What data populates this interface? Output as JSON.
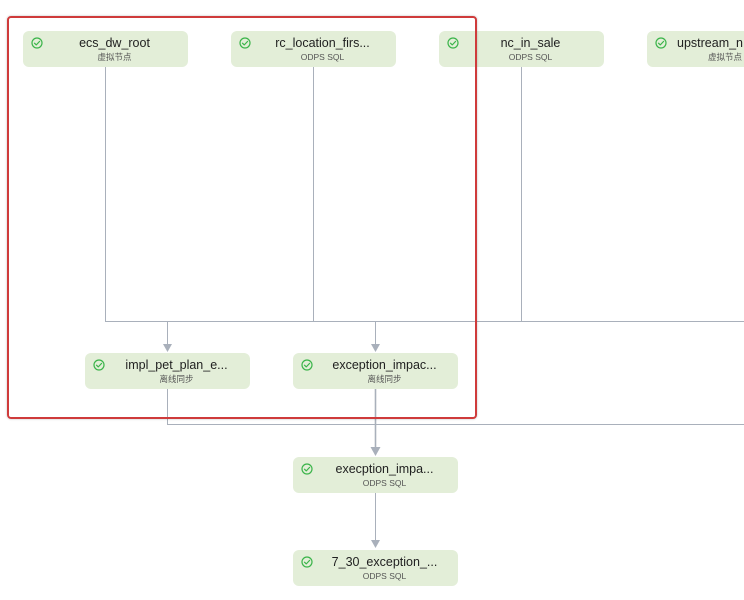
{
  "diagram": {
    "colors": {
      "node_fill": "#e3eed8",
      "edge": "#a9b0bb",
      "success": "#3bb44a",
      "selection": "#cf3b3b"
    },
    "nodes": [
      {
        "id": "n1",
        "name": "ecs_dw_root",
        "type": "虚拟节点",
        "status": "success"
      },
      {
        "id": "n2",
        "name": "rc_location_firs...",
        "type": "ODPS SQL",
        "status": "success"
      },
      {
        "id": "n3",
        "name": "nc_in_sale",
        "type": "ODPS SQL",
        "status": "success"
      },
      {
        "id": "n4",
        "name": "upstream_n",
        "type": "虚拟节点",
        "status": "success"
      },
      {
        "id": "n5",
        "name": "impl_pet_plan_e...",
        "type": "离线同步",
        "status": "success"
      },
      {
        "id": "n6",
        "name": "exception_impac...",
        "type": "离线同步",
        "status": "success"
      },
      {
        "id": "n7",
        "name": "execption_impa...",
        "type": "ODPS SQL",
        "status": "success"
      },
      {
        "id": "n8",
        "name": "7_30_exception_...",
        "type": "ODPS SQL",
        "status": "success"
      }
    ],
    "edges": [
      {
        "from": "n1",
        "to": "n5"
      },
      {
        "from": "n2",
        "to": "n6"
      },
      {
        "from": "n3",
        "to": "n6"
      },
      {
        "from": "n4",
        "to": "n6"
      },
      {
        "from": "n5",
        "to": "n7"
      },
      {
        "from": "n6",
        "to": "n7"
      },
      {
        "from": "n7",
        "to": "n8"
      }
    ]
  }
}
